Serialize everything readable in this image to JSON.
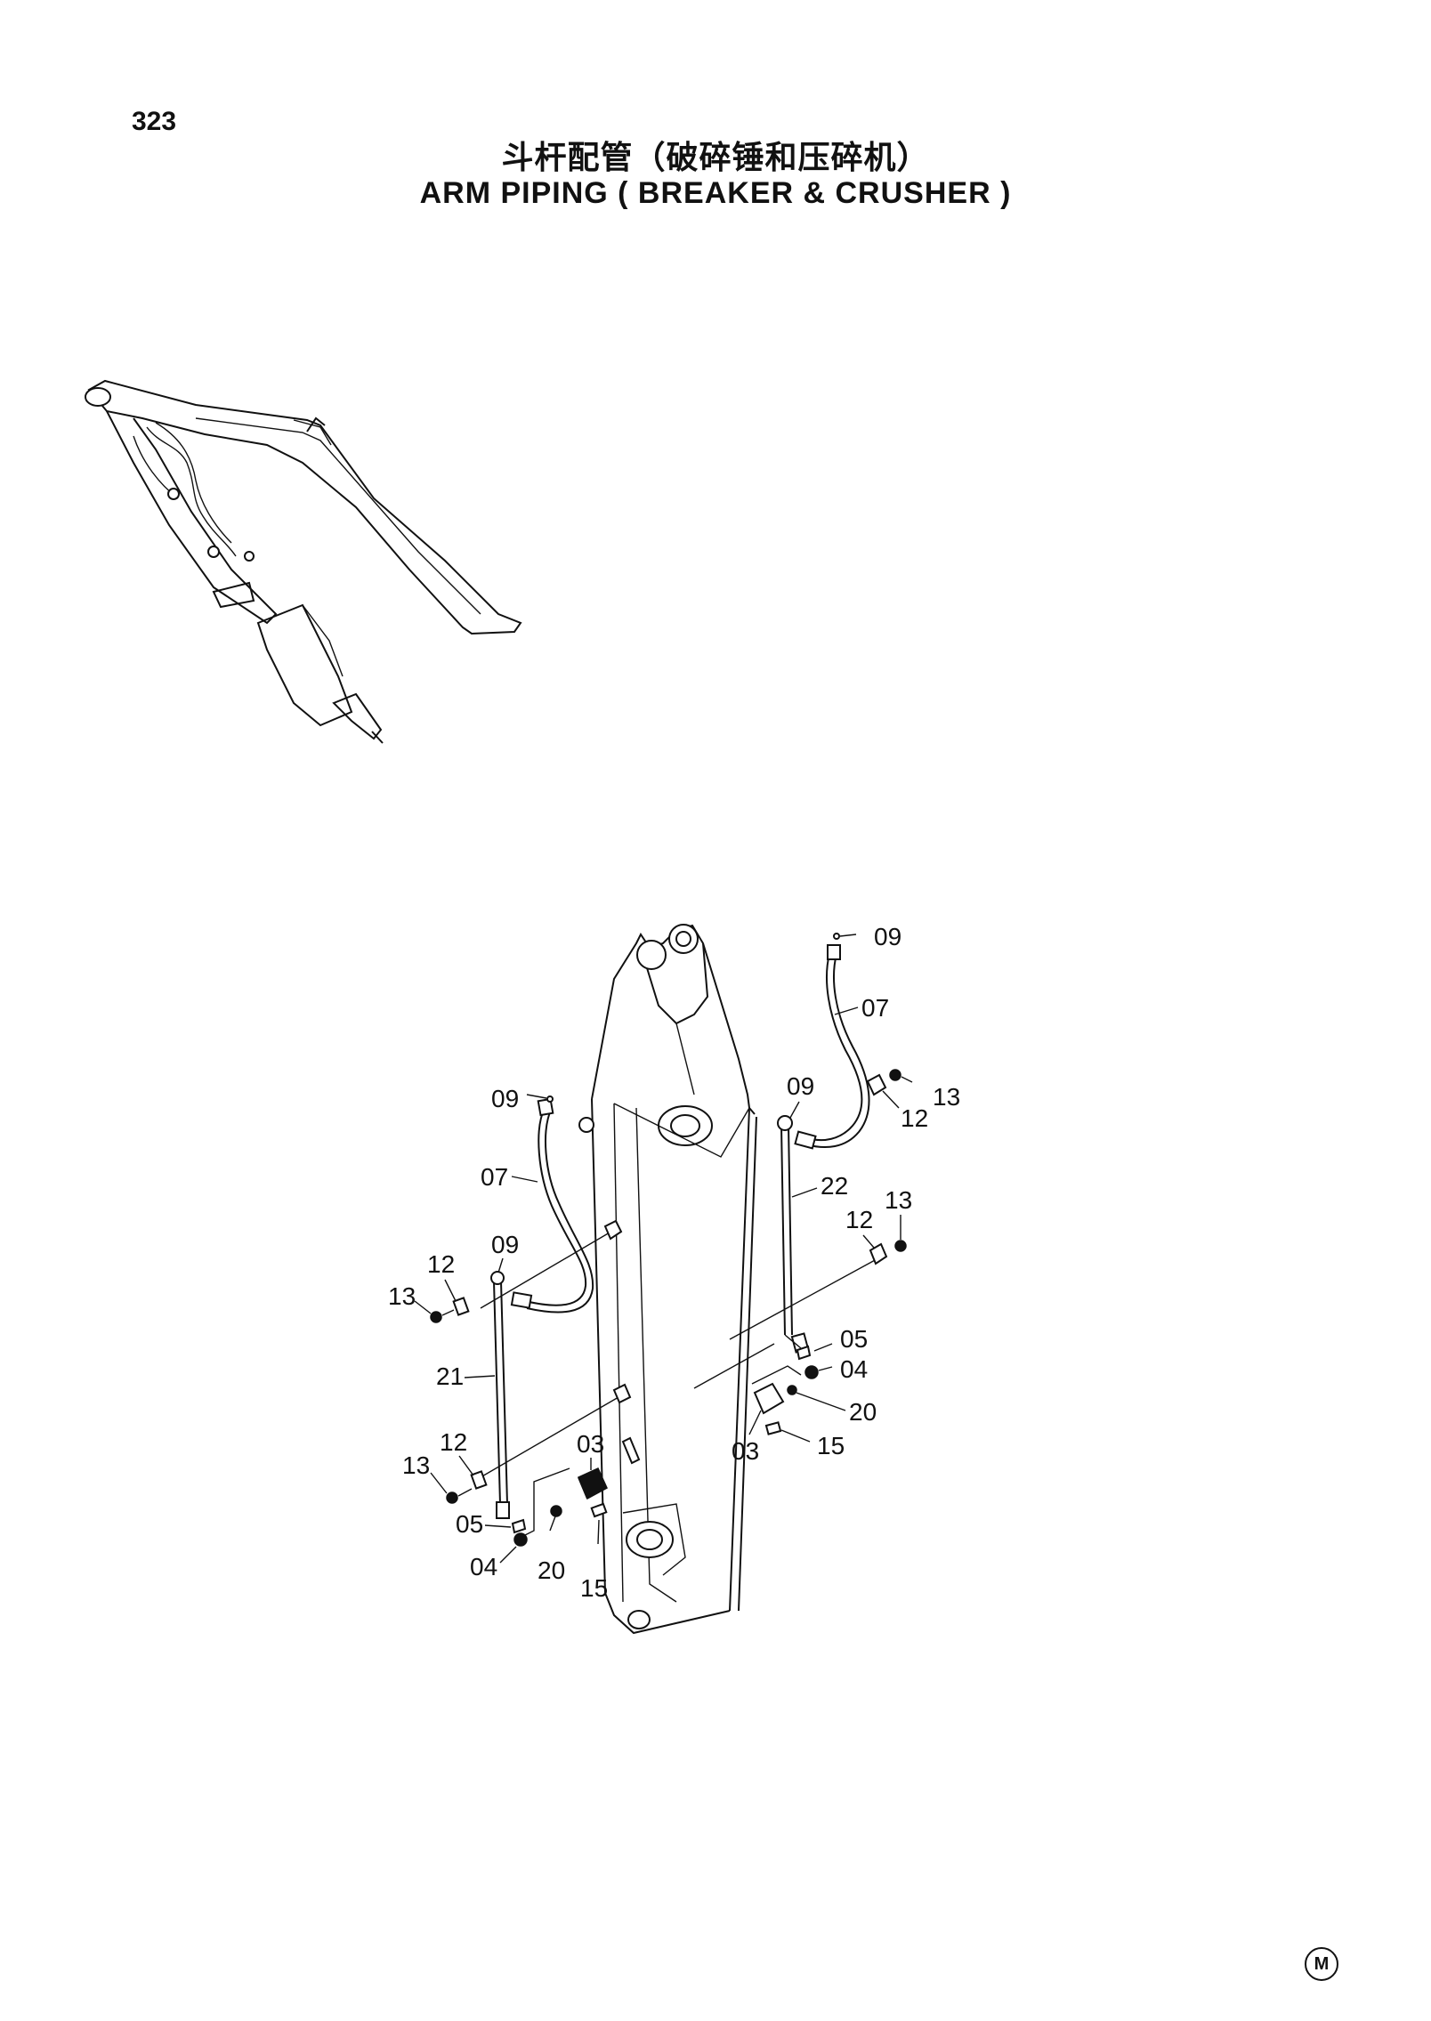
{
  "header": {
    "page_number": "323",
    "title_cn": "斗杆配管（破碎锤和压碎机）",
    "title_en": "ARM PIPING ( BREAKER & CRUSHER )"
  },
  "footer": {
    "mark": "M"
  },
  "part_labels": {
    "p09_top": "09",
    "p07_right": "07",
    "p13_right_top": "13",
    "p12_right_top": "12",
    "p09_right": "09",
    "p22": "22",
    "p13_right": "13",
    "p12_right": "12",
    "p05_right": "05",
    "p04_right": "04",
    "p20_right": "20",
    "p03_right": "03",
    "p15_right": "15",
    "p09_left_top": "09",
    "p07_left": "07",
    "p09_left": "09",
    "p12_left_top": "12",
    "p13_left_top": "13",
    "p21": "21",
    "p12_left": "12",
    "p13_left": "13",
    "p03_left": "03",
    "p05_left": "05",
    "p04_left": "04",
    "p20_left": "20",
    "p15_left": "15"
  }
}
